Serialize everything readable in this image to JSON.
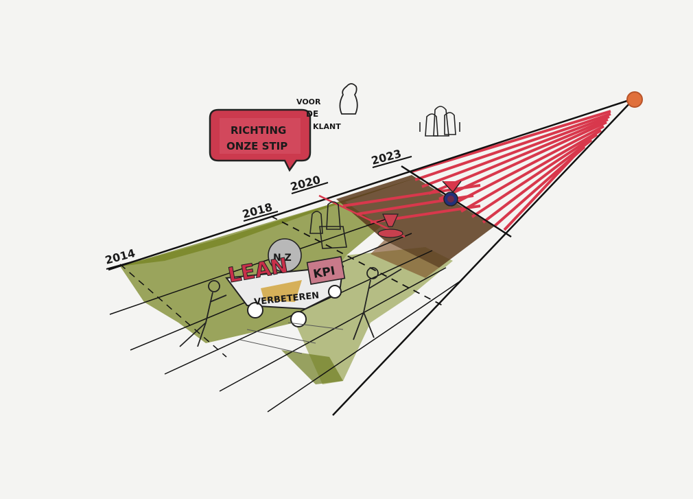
{
  "speech_bubble": {
    "line1": "RICHTING",
    "line2": "ONZE STIP"
  },
  "customer_label": {
    "line1": "VOOR",
    "line2": "DE",
    "line3": "KLANT"
  },
  "years": [
    "2014",
    "2018",
    "2020",
    "2023"
  ],
  "cart_labels": {
    "lean": "LEAN",
    "kpi": "KPI",
    "nz": "N Z",
    "verbeteren": "VERBETEREN"
  },
  "colors": {
    "paper": "#f4f4f2",
    "road_green": "#6f7d22",
    "road_brown": "#5b3a1c",
    "road_red": "#d8384c",
    "goal_dot": "#e0703c",
    "bubble_red": "#cc3a4e",
    "medal_blue": "#24307a"
  }
}
